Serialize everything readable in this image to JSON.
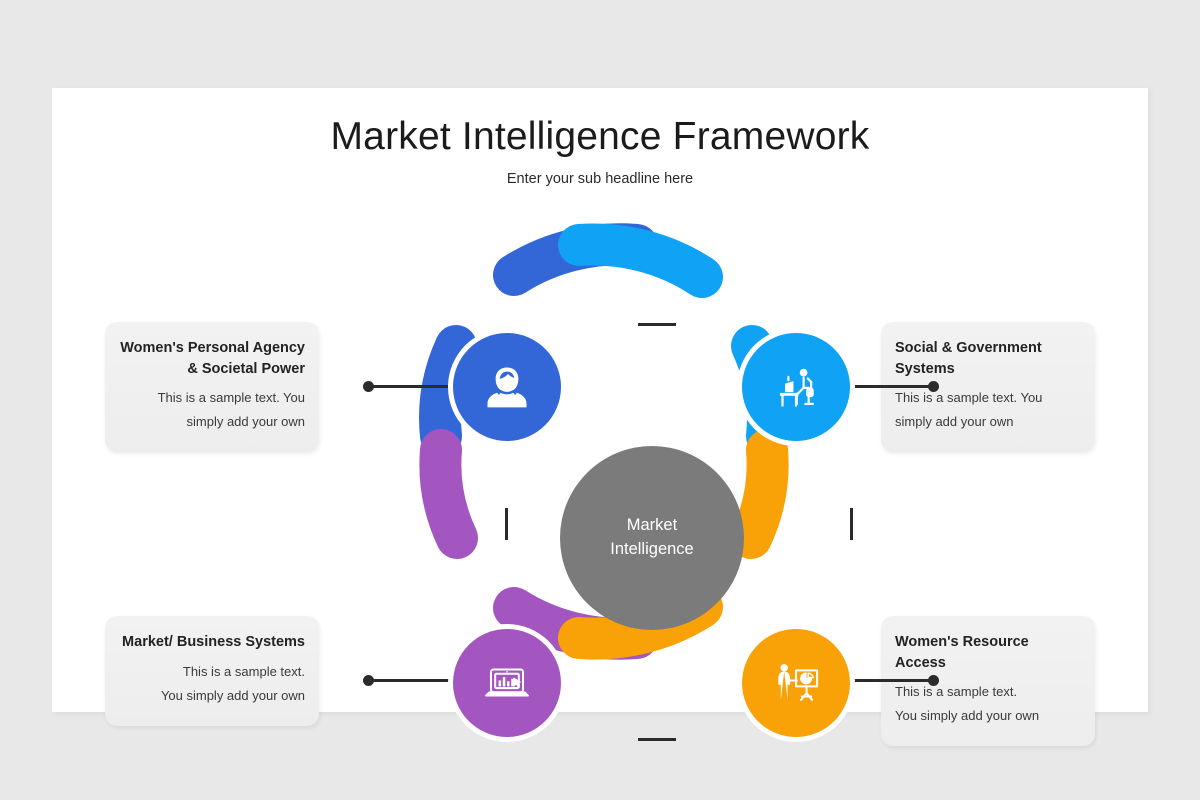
{
  "slide": {
    "title": "Market Intelligence Framework",
    "subtitle": "Enter your sub headline here",
    "background_color": "#e9e8e9",
    "card_color": "#ffffff"
  },
  "center": {
    "label_line1": "Market",
    "label_line2": "Intelligence",
    "color": "#7b7b7b"
  },
  "nodes": [
    {
      "position": "top-left",
      "icon": "woman-avatar-icon",
      "color": "#3366d6",
      "heading": "Women's Personal Agency & Societal Power",
      "body_line1": "This is a sample text. You",
      "body_line2": "simply add your own",
      "align": "right"
    },
    {
      "position": "top-right",
      "icon": "person-at-desk-icon",
      "color": "#0fa2f5",
      "heading": "Social & Government Systems",
      "body_line1": "This is a sample text. You",
      "body_line2": "simply add your own",
      "align": "left"
    },
    {
      "position": "bottom-left",
      "icon": "laptop-bar-chart-icon",
      "color": "#a356c0",
      "heading": "Market/ Business Systems",
      "body_line1": "This is a sample text.",
      "body_line2": "You simply add your own",
      "align": "right"
    },
    {
      "position": "bottom-right",
      "icon": "presenter-pie-chart-icon",
      "color": "#f9a208",
      "heading": "Women's Resource Access",
      "body_line1": "This is a sample text.",
      "body_line2": "You simply add your own",
      "align": "left"
    }
  ],
  "ring": {
    "connector_color": "#2b2b2b",
    "segments": [
      {
        "name": "top-left-arc",
        "color": "#3366d6"
      },
      {
        "name": "top-right-arc",
        "color": "#0fa2f5"
      },
      {
        "name": "left-arc",
        "color": "#3366d6"
      },
      {
        "name": "right-arc",
        "color": "#0fa2f5"
      },
      {
        "name": "bottom-left-arc",
        "color": "#a356c0"
      },
      {
        "name": "bottom-right-arc",
        "color": "#f9a208"
      },
      {
        "name": "lower-left-arc",
        "color": "#a356c0"
      },
      {
        "name": "lower-right-arc",
        "color": "#f9a208"
      }
    ]
  }
}
